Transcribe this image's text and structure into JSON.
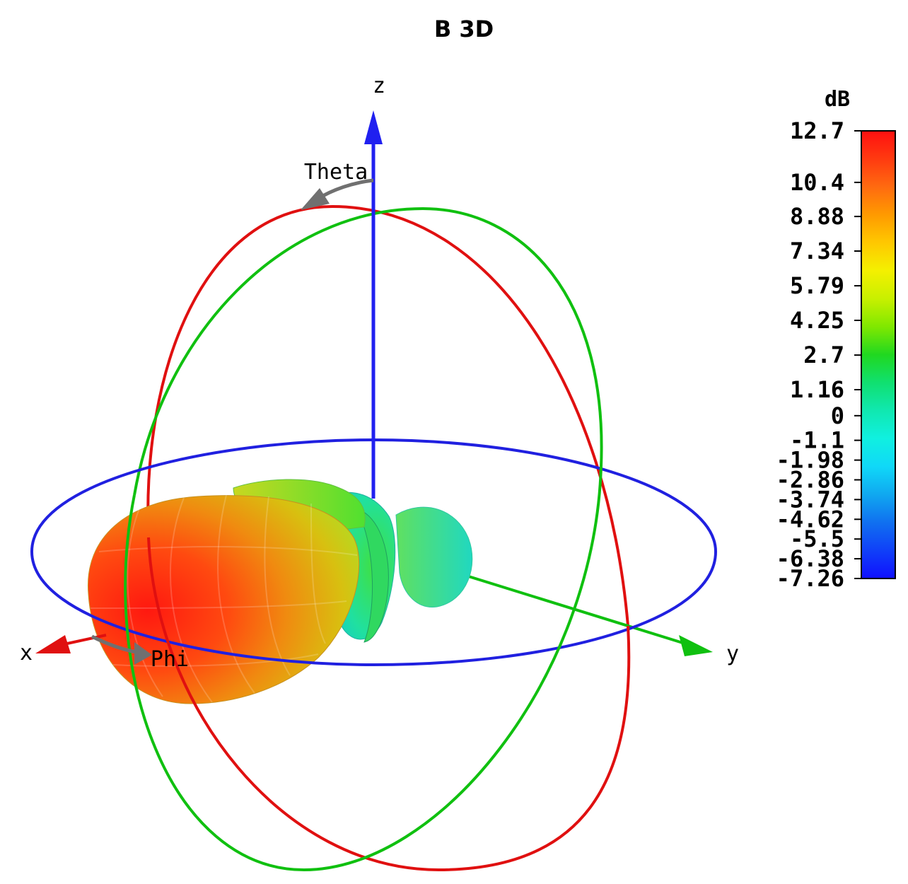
{
  "chart_data": {
    "type": "3d-radiation-pattern",
    "title": "B 3D",
    "axes": {
      "x_label": "x",
      "y_label": "y",
      "z_label": "z",
      "theta_label": "Theta",
      "phi_label": "Phi"
    },
    "colorbar": {
      "unit": "dB",
      "min": -7.26,
      "max": 12.7,
      "ticks": [
        "12.7",
        "10.4",
        "8.88",
        "7.34",
        "5.79",
        "4.25",
        "2.7",
        "1.16",
        "0",
        "-1.1",
        "-1.98",
        "-2.86",
        "-3.74",
        "-4.62",
        "-5.5",
        "-6.38",
        "-7.26"
      ],
      "tick_values": [
        12.7,
        10.4,
        8.88,
        7.34,
        5.79,
        4.25,
        2.7,
        1.16,
        0,
        -1.1,
        -1.98,
        -2.86,
        -3.74,
        -4.62,
        -5.5,
        -6.38,
        -7.26
      ],
      "colors": [
        "#ff1010",
        "#ff3a10",
        "#ff6a10",
        "#ff9a00",
        "#ffc800",
        "#f4f000",
        "#c8f000",
        "#80e800",
        "#20d820",
        "#10e070",
        "#10e8b0",
        "#10f0e0",
        "#10d8f8",
        "#10a8f0",
        "#1070f0",
        "#1040f8",
        "#1010ff"
      ]
    }
  }
}
